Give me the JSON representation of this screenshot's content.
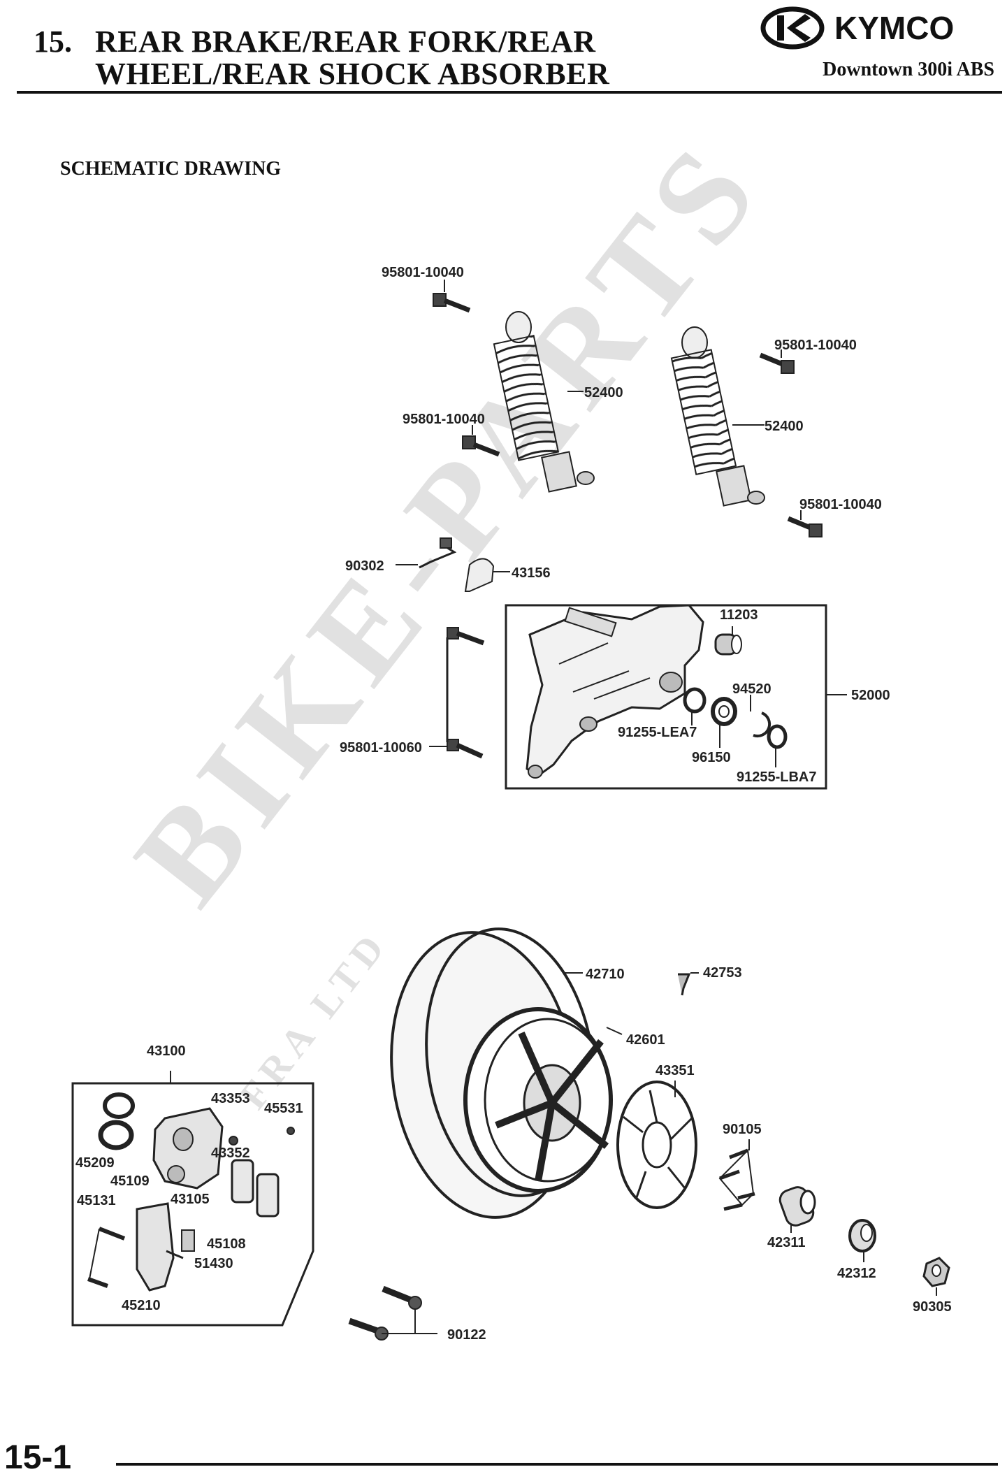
{
  "header": {
    "chapter_number": "15.",
    "title_line1": "REAR BRAKE/REAR FORK/REAR",
    "title_line2": "WHEEL/REAR SHOCK ABSORBER",
    "brand": "KYMCO",
    "model": "Downtown 300i ABS"
  },
  "section_title": "SCHEMATIC DRAWING",
  "watermark": {
    "text": "BIKE-PARTS",
    "subtext": "FRA LTD"
  },
  "parts": {
    "bolt_upper_left": "95801-10040",
    "shock_left": "52400",
    "bolt_left_lower": "95801-10040",
    "bolt_upper_right": "95801-10040",
    "shock_right": "52400",
    "bolt_right_lower": "95801-10040",
    "bolt_90302": "90302",
    "clamp_43156": "43156",
    "bushing_11203": "11203",
    "rear_fork_52000": "52000",
    "circlip_94520": "94520",
    "seal_91255_lea7": "91255-LEA7",
    "bearing_96150": "96150",
    "seal_91255_lba7": "91255-LBA7",
    "bolt_95801_10060": "95801-10060",
    "tire_42710": "42710",
    "valve_42753": "42753",
    "rim_42601": "42601",
    "disc_43351": "43351",
    "bolts_90105": "90105",
    "collar_42311": "42311",
    "collar_42312": "42312",
    "nut_90305": "90305",
    "bolts_90122": "90122",
    "caliper_43100": "43100",
    "pin_43353": "43353",
    "cap_45531": "45531",
    "seal_45209": "45209",
    "piston_45109": "45109",
    "screw_43352": "43352",
    "bolt_45131": "45131",
    "pads_43105": "43105",
    "spring_45108": "45108",
    "boot_51430": "51430",
    "bracket_45210": "45210"
  },
  "footer": {
    "page_number": "15-1"
  }
}
